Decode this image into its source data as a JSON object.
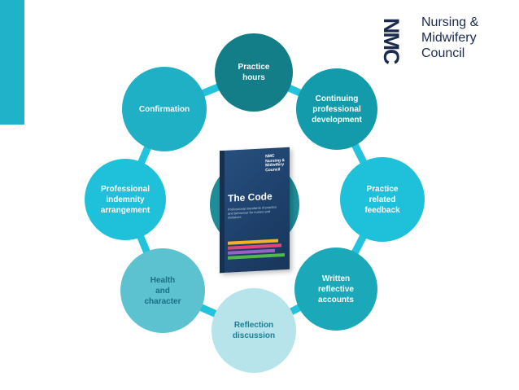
{
  "logo": {
    "mark": "NMC",
    "lines": [
      "Nursing &",
      "Midwifery",
      "Council"
    ]
  },
  "center": {
    "book_logo": "NMC\nNursing &\nMidwifery\nCouncil",
    "book_title": "The Code",
    "book_subtitle": "Professional standards of practice and behaviour for nurses and midwives"
  },
  "nodes": [
    {
      "label": "Practice\nhours",
      "color": "#137d88",
      "text_color": "#ffffff"
    },
    {
      "label": "Continuing\nprofessional\ndevelopment",
      "color": "#139aab",
      "text_color": "#ffffff"
    },
    {
      "label": "Practice\nrelated\nfeedback",
      "color": "#1fc0da",
      "text_color": "#ffffff"
    },
    {
      "label": "Written\nreflective\naccounts",
      "color": "#1ba8b8",
      "text_color": "#ffffff"
    },
    {
      "label": "Reflection\ndiscussion",
      "color": "#b6e4ea",
      "text_color": "#1a7f96"
    },
    {
      "label": "Health\nand\ncharacter",
      "color": "#5cc2d0",
      "text_color": "#1a6f86"
    },
    {
      "label": "Professional\nindemnity\narrangement",
      "color": "#1fc0da",
      "text_color": "#ffffff"
    },
    {
      "label": "Confirmation",
      "color": "#1fb0c5",
      "text_color": "#ffffff"
    }
  ],
  "colors": {
    "accent_bar": "#1fb2c9",
    "connector": "#22c3dd",
    "center_circle": "#1e8c99"
  }
}
